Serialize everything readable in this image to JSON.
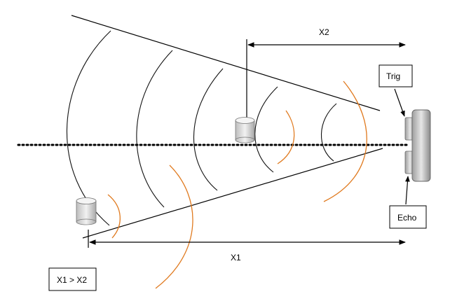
{
  "labels": {
    "trig": "Trig",
    "echo": "Echo",
    "x1": "X1",
    "x2": "X2",
    "relation": "X1 > X2"
  },
  "colors": {
    "emitted_wave": "#111111",
    "reflected_wave": "#e07a1f",
    "object_fill": "#d8d8d8",
    "sensor_fill": "#cfcfcf"
  }
}
